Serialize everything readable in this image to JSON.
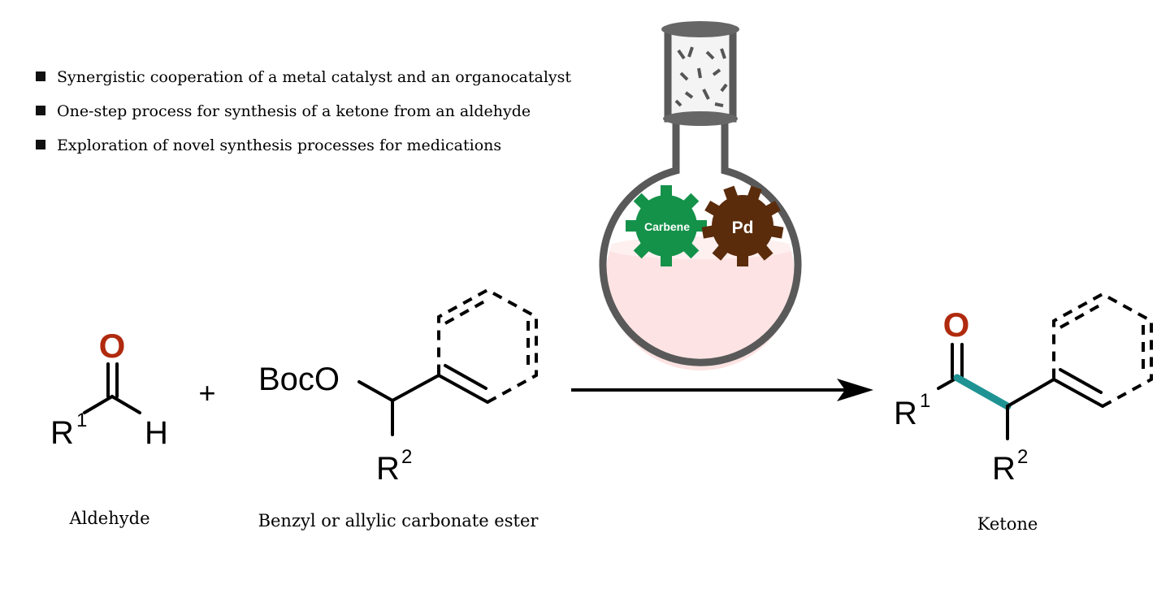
{
  "bullets": [
    "Synergistic cooperation of a metal catalyst and an organocatalyst",
    "One-step process for synthesis of a ketone from an aldehyde",
    "Exploration of novel synthesis processes for medications"
  ],
  "aldehyde": {
    "o": "O",
    "r": "R",
    "r_sup": "1",
    "h": "H",
    "label": "Aldehyde"
  },
  "plus": "+",
  "ester": {
    "boco": "BocO",
    "r": "R",
    "r_sup": "2",
    "label": "Benzyl or allylic carbonate ester"
  },
  "flask": {
    "gear1": "Carbene",
    "gear2": "Pd"
  },
  "ketone": {
    "o": "O",
    "r1": "R",
    "r1_sup": "1",
    "r2": "R",
    "r2_sup": "2",
    "label": "Ketone"
  },
  "colors": {
    "oxygen": "#b02a0e",
    "new_bond": "#1f9393",
    "carbene": "#14924a",
    "pd": "#5a2c0c",
    "liquid": "#fde3e3",
    "glass": "#595959"
  }
}
